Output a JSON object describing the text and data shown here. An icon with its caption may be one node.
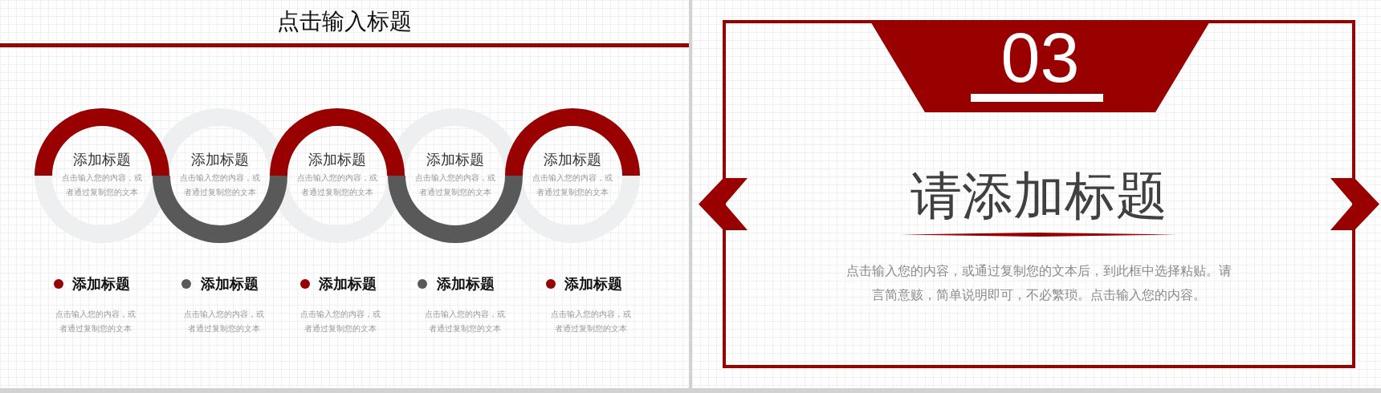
{
  "diagram": {
    "title": "点击输入标题",
    "nodes": [
      {
        "text": [
          "添加标题",
          "点击输入您的内容，或者通过复制您的文本"
        ]
      },
      {
        "text": [
          "添加标题",
          "点击输入您的内容，或者通过复制您的文本"
        ]
      },
      {
        "text": [
          "添加标题",
          "点击输入您的内容，或者通过复制您的文本"
        ]
      },
      {
        "text": [
          "添加标题",
          "点击输入您的内容，或者通过复制您的文本"
        ]
      },
      {
        "text": [
          "添加标题",
          "点击输入您的内容，或者通过复制您的文本"
        ]
      },
      {
        "text": [
          "请添加标题",
          "点击输入您的内容，或通过复制您的文本后，到此框中选择粘贴。请言简意赅，简单说明即可，不必繁琐。点击输入您的内容。"
        ]
      },
      {
        "text": [
          "03"
        ],
        "in": 5
      }
    ],
    "labels": [
      "添加标题",
      "点击输入您的内容，或者通过复制您的文本",
      "添加标题",
      "点击输入您的内容，或者通过复制您的文本",
      "添加标题",
      "点击输入您的内容，或者通过复制您的文本",
      "添加标题",
      "点击输入您的内容，或者通过复制您的文本",
      "添加标题",
      "点击输入您的内容，或者通过复制您的文本"
    ]
  }
}
